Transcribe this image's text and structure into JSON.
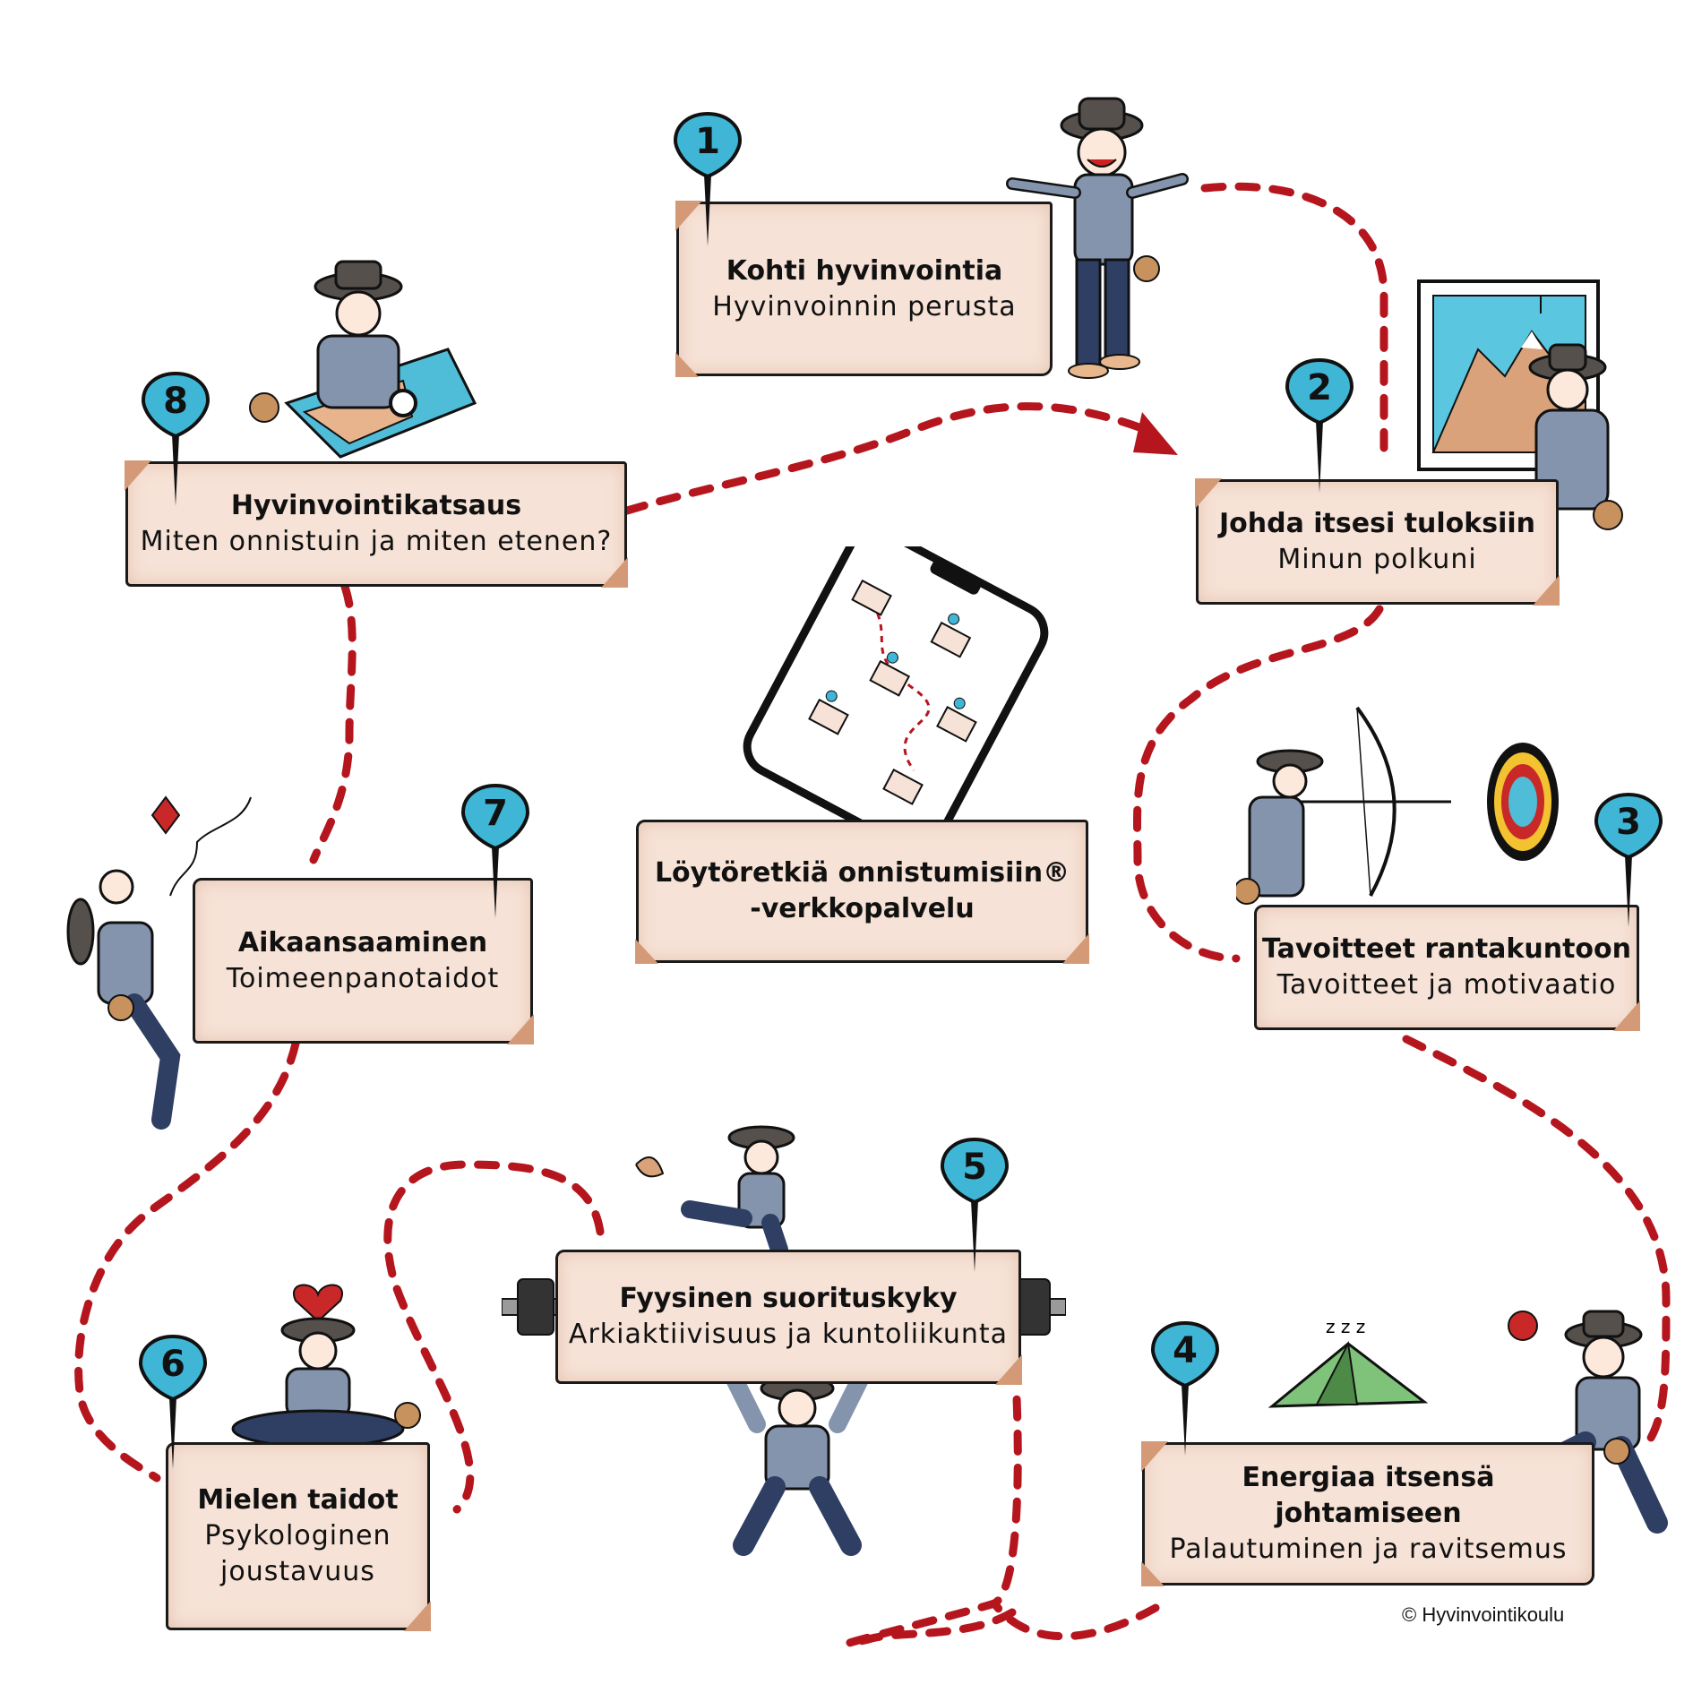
{
  "steps": [
    {
      "number": "1",
      "title": "Kohti hyvinvointia",
      "subtitle": "Hyvinvoinnin perusta"
    },
    {
      "number": "2",
      "title": "Johda itsesi tuloksiin",
      "subtitle": "Minun polkuni"
    },
    {
      "number": "3",
      "title": "Tavoitteet rantakuntoon",
      "subtitle": "Tavoitteet ja motivaatio"
    },
    {
      "number": "4",
      "title": "Energiaa itsensä johtamiseen",
      "subtitle": "Palautuminen ja ravitsemus"
    },
    {
      "number": "5",
      "title": "Fyysinen suorituskyky",
      "subtitle": "Arkiaktiivisuus ja kuntoliikunta"
    },
    {
      "number": "6",
      "title": "Mielen taidot",
      "subtitle": "Psykologinen joustavuus"
    },
    {
      "number": "7",
      "title": "Aikaansaaminen",
      "subtitle": "Toimeenpanotaidot"
    },
    {
      "number": "8",
      "title": "Hyvinvointikatsaus",
      "subtitle": "Miten onnistuin ja miten etenen?"
    }
  ],
  "center": {
    "line1": "Löytöretkiä onnistumisiin®",
    "line2": "-verkkopalvelu"
  },
  "copyright": "© Hyvinvointikoulu",
  "colors": {
    "card": "#f6e2d6",
    "corner": "#d49a78",
    "path": "#b5161e",
    "pin": "#3fb6d6",
    "jeans": "#2f3e63",
    "shirt": "#8494ad",
    "hat": "#55504c"
  }
}
